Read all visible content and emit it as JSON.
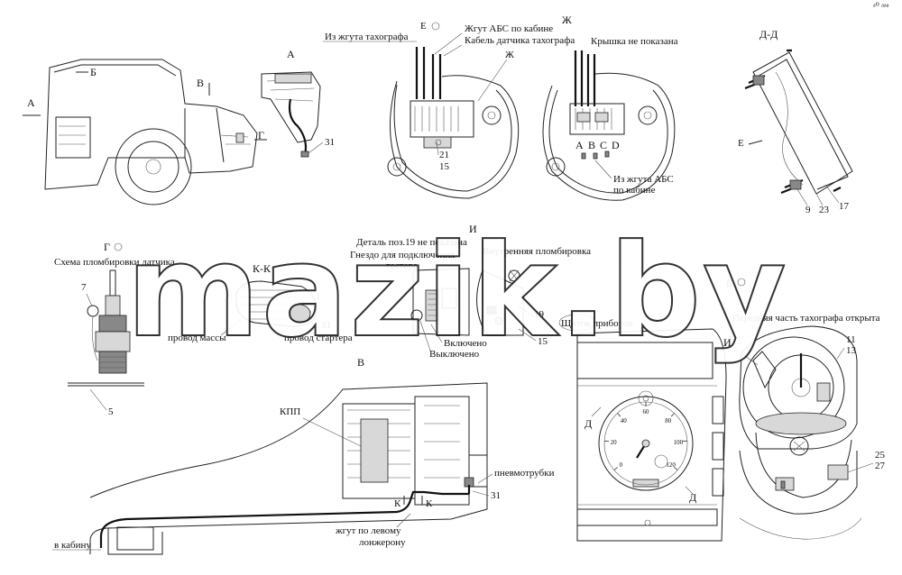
{
  "corner_mark": "ᵃ⁰ ᵃᵃᵃ",
  "watermark": "mazik.by",
  "labels": {
    "view_a_arrow": "А",
    "view_b_arrow": "Б",
    "view_v_arrow": "В",
    "view_g_arrow": "Г",
    "view_a_title": "А",
    "item_31_a": "31",
    "from_tacho_harness": "Из жгута тахографа",
    "e_view": "Е",
    "abs_harness_cab": "Жгут АБС по кабине",
    "tacho_sensor_cable": "Кабель датчика тахографа",
    "zh_mark": "Ж",
    "item_21": "21",
    "item_15_top": "15",
    "zh_title": "Ж",
    "cover_not_shown": "Крышка не показана",
    "pin_a": "A",
    "pin_b": "B",
    "pin_c": "C",
    "pin_d": "D",
    "from_abs_harness_1": "Из жгута АБС",
    "from_abs_harness_2": "по кабине",
    "dd_title": "Д-Д",
    "e_arrow_dd": "Е",
    "item_9": "9",
    "item_23": "23",
    "item_17": "17",
    "g_title": "Г",
    "sensor_seal_scheme": "Схема пломбировки датчика",
    "item_7": "7",
    "item_5": "5",
    "kk_title": "К-К",
    "item_1": "1",
    "item_31_kk": "31",
    "ground_wire": "провод массы",
    "starter_wire": "провод стартера",
    "detail_19_not_shown": "Деталь поз.19 не показана",
    "i_title": "И",
    "tester_socket_1": "Гнездо для подключения",
    "tester_socket_2": "тестера",
    "internal_seal": "Внутренняя пломбировка",
    "item_19": "19",
    "item_15_mid": "15",
    "switched_on": "Включено",
    "switched_off": "Выключено",
    "b_title": "Б",
    "instrument_panel": "Щиток приборов",
    "tacho_front_open": "Передняя часть тахографа открыта",
    "i_mark": "И",
    "item_11": "11",
    "item_13": "13",
    "d_mark_left": "Д",
    "d_mark_right": "Д",
    "item_25": "25",
    "item_27": "27",
    "v_title": "В",
    "gearbox": "КПП",
    "air_tubes": "пневмотрубки",
    "item_31_v": "31",
    "k_left": "К",
    "k_right": "К",
    "to_cab": "в кабину",
    "left_member_harness_1": "жгут по левому",
    "left_member_harness_2": "лонжерону"
  },
  "gauge": {
    "ticks": [
      "0",
      "20",
      "40",
      "60",
      "80",
      "100",
      "120"
    ]
  }
}
